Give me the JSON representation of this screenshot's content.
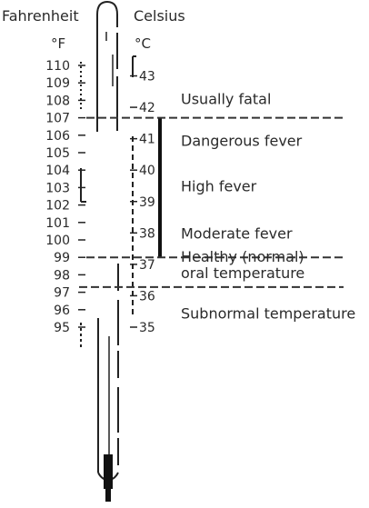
{
  "headers": {
    "fahrenheit": "Fahrenheit",
    "celsius": "Celsius"
  },
  "units": {
    "fahrenheit": "°F",
    "celsius": "°C"
  },
  "fahrenheit_ticks": [
    "110",
    "109",
    "108",
    "107",
    "106",
    "105",
    "104",
    "103",
    "102",
    "101",
    "100",
    "99",
    "98",
    "97",
    "96",
    "95"
  ],
  "celsius_ticks": [
    "43",
    "42",
    "41",
    "40",
    "39",
    "38",
    "37",
    "36",
    "35"
  ],
  "zones": [
    {
      "label": "Usually fatal",
      "lines": [
        "Usually fatal"
      ]
    },
    {
      "label": "Dangerous fever",
      "lines": [
        "Dangerous fever"
      ]
    },
    {
      "label": "High fever",
      "lines": [
        "High fever"
      ]
    },
    {
      "label": "Moderate fever",
      "lines": [
        "Moderate fever"
      ]
    },
    {
      "label": "Healthy (normal) oral temperature",
      "lines": [
        "Healthy (normal)",
        "oral temperature"
      ]
    },
    {
      "label": "Subnormal temperature",
      "lines": [
        "Subnormal temperature"
      ]
    }
  ],
  "thresholds_f": [
    107,
    99,
    97.3
  ],
  "colors": {
    "ink": "#222222",
    "dash": "#333333"
  }
}
